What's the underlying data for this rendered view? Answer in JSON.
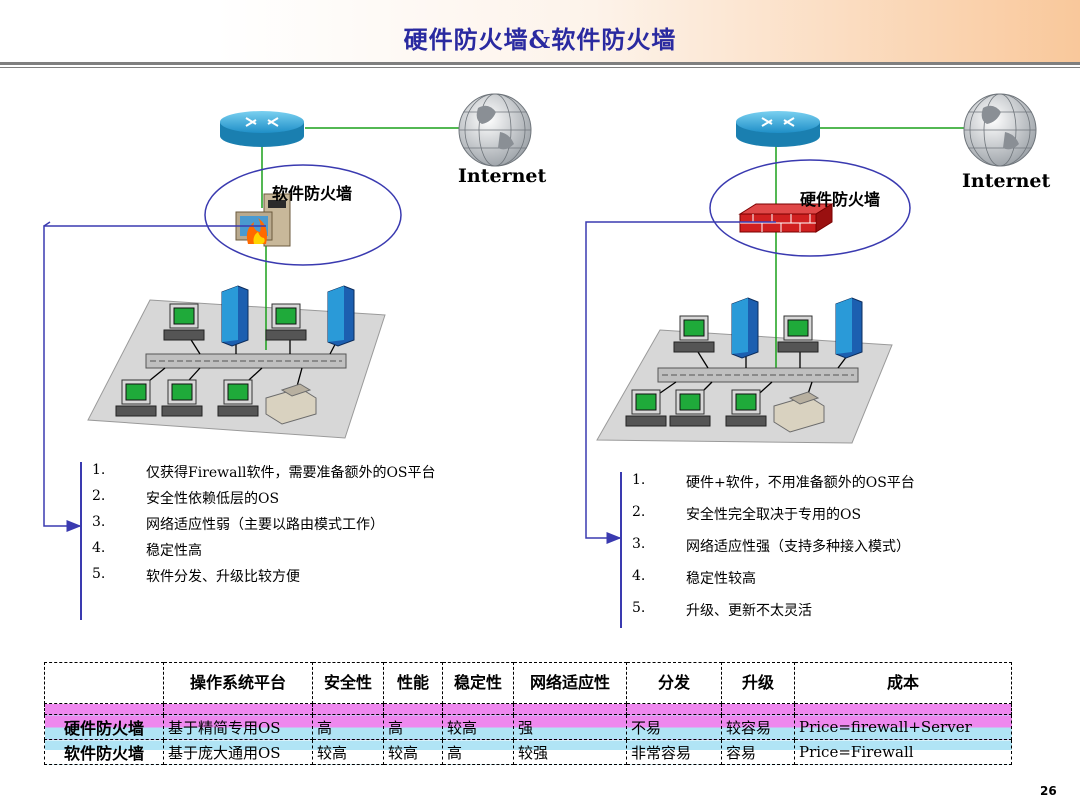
{
  "title": "硬件防火墙&软件防火墙",
  "left": {
    "internet_label": "Internet",
    "firewall_label": "软件防火墙",
    "list": [
      {
        "num": "1.",
        "text": "仅获得Firewall软件，需要准备额外的OS平台"
      },
      {
        "num": "2.",
        "text": "安全性依赖低层的OS"
      },
      {
        "num": "3.",
        "text": "网络适应性弱（主要以路由模式工作）"
      },
      {
        "num": "4.",
        "text": "稳定性高"
      },
      {
        "num": "5.",
        "text": "软件分发、升级比较方便"
      }
    ]
  },
  "right": {
    "internet_label": "Internet",
    "firewall_label": "硬件防火墙",
    "list": [
      {
        "num": "1.",
        "text": "硬件+软件，不用准备额外的OS平台"
      },
      {
        "num": "2.",
        "text": "安全性完全取决于专用的OS"
      },
      {
        "num": "3.",
        "text": "网络适应性强（支持多种接入模式）"
      },
      {
        "num": "4.",
        "text": "稳定性较高"
      },
      {
        "num": "5.",
        "text": "升级、更新不太灵活"
      }
    ]
  },
  "table": {
    "headers": [
      "",
      "操作系统平台",
      "安全性",
      "性能",
      "稳定性",
      "网络适应性",
      "分发",
      "升级",
      "成本"
    ],
    "rows": [
      [
        "硬件防火墙",
        "基于精简专用OS",
        "高",
        "高",
        "较高",
        "强",
        "不易",
        "较容易",
        "Price=firewall+Server"
      ],
      [
        "软件防火墙",
        "基于庞大通用OS",
        "较高",
        "较高",
        "高",
        "较强",
        "非常容易",
        "容易",
        "Price=Firewall"
      ]
    ]
  },
  "page_number": "26",
  "colors": {
    "title": "#2a2aa0",
    "arrow": "#3a3ab0",
    "link": "#1aa01a",
    "row_pink": "#ee88ee",
    "row_blue": "#b0e4f5"
  }
}
